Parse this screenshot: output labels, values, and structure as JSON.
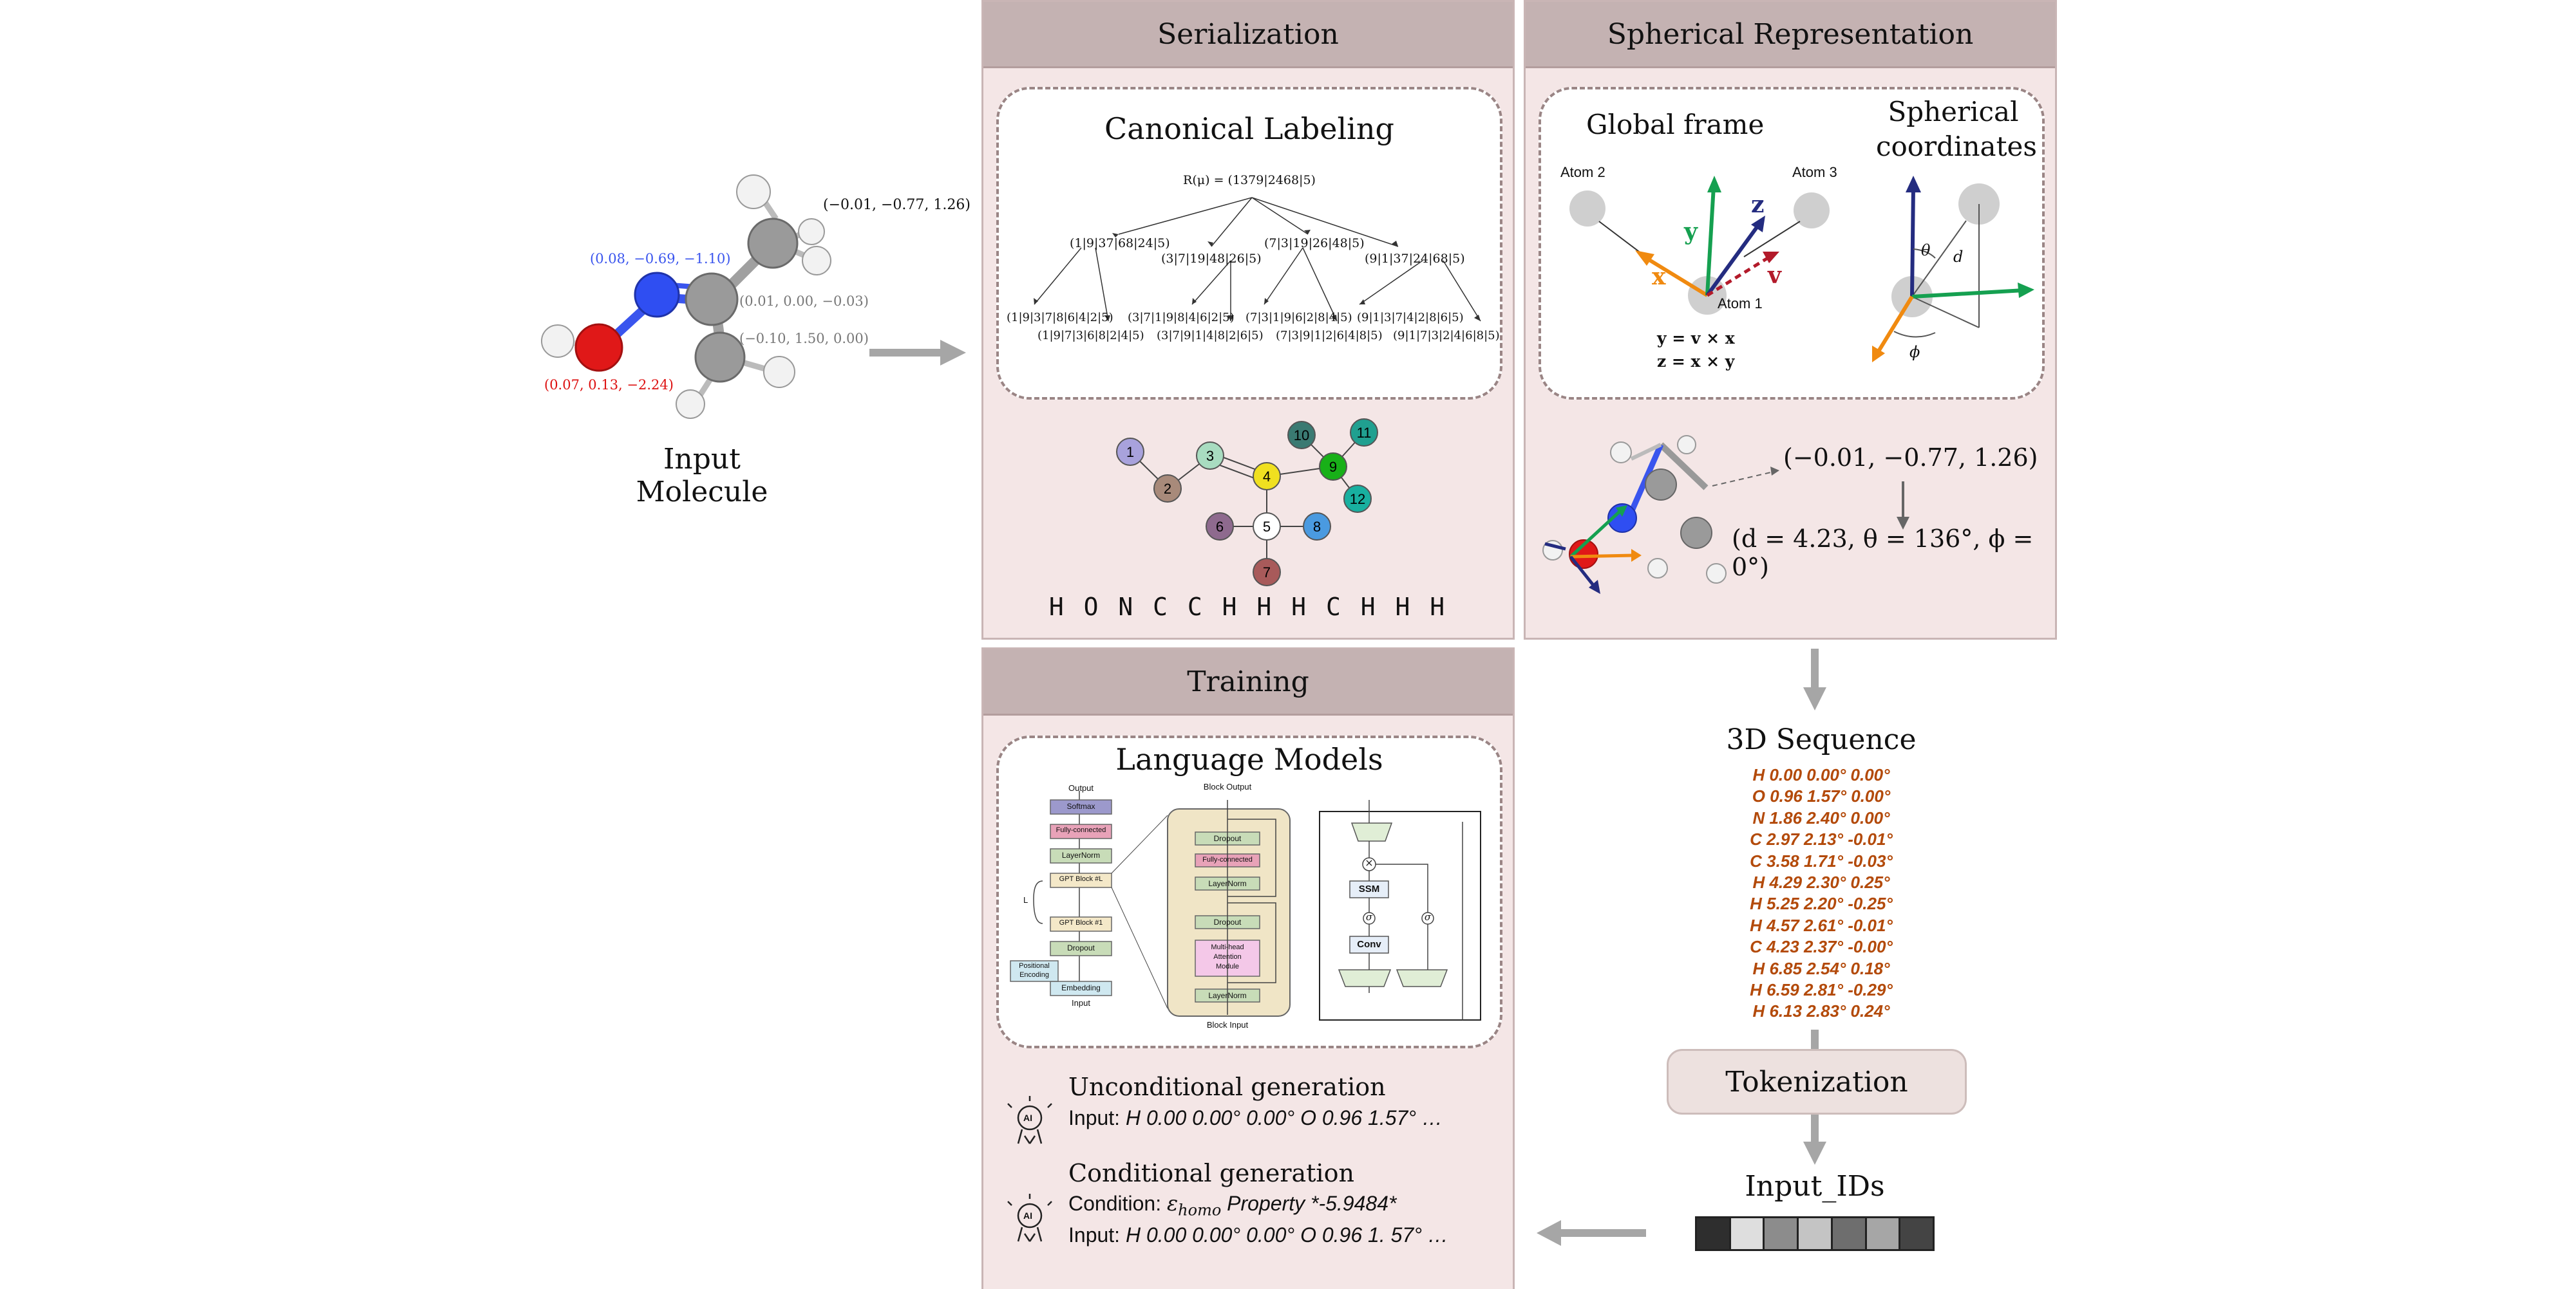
{
  "input": {
    "title": "Input Molecule",
    "coord_top": "(−0.01, −0.77, 1.26)",
    "coord_n": "(0.08, −0.69, −1.10)",
    "coord_c": "(0.01, 0.00, −0.03)",
    "coord_c2": "(−0.10, 1.50, 0.00)",
    "coord_o": "(0.07, 0.13, −2.24)"
  },
  "serialization": {
    "title": "Serialization",
    "box_title": "Canonical Labeling",
    "root": "R(μ) = (1379|2468|5)",
    "level1": [
      "(1|9|37|68|24|5)",
      "(3|7|19|48|26|5)",
      "(7|3|19|26|48|5)",
      "(9|1|37|24|68|5)"
    ],
    "level2_top": [
      "(1|9|3|7|8|6|4|2|5)",
      "(3|7|1|9|8|4|6|2|5)",
      "(7|3|1|9|6|2|8|4|5)",
      "(9|1|3|7|4|2|8|6|5)"
    ],
    "level2_bottom": [
      "(1|9|7|3|6|8|2|4|5)",
      "(3|7|9|1|4|8|2|6|5)",
      "(7|3|9|1|2|6|4|8|5)",
      "(9|1|7|3|2|4|6|8|5)"
    ],
    "atoms": [
      "1",
      "2",
      "3",
      "4",
      "5",
      "6",
      "7",
      "8",
      "9",
      "10",
      "11",
      "12"
    ],
    "sequence": "H O N C C H H H C H H H"
  },
  "spherical": {
    "title": "Spherical Representation",
    "global_frame": "Global frame",
    "spherical_coords_l1": "Spherical",
    "spherical_coords_l2": "coordinates",
    "atom2": "Atom 2",
    "atom3": "Atom 3",
    "atom1": "Atom 1",
    "eq1": "y = v × x",
    "eq2": "z = x × y",
    "axis_x": "x",
    "axis_y": "y",
    "axis_z": "z",
    "axis_v": "v",
    "theta": "θ",
    "d": "d",
    "phi": "ϕ",
    "coord": "(−0.01, −0.77, 1.26)",
    "result": "(d = 4.23, θ = 136°, ϕ = 0°)"
  },
  "sequence": {
    "title": "3D Sequence",
    "lines": [
      "H 0.00 0.00° 0.00°",
      "O 0.96 1.57° 0.00°",
      "N 1.86 2.40° 0.00°",
      "C 2.97 2.13° -0.01°",
      "C 3.58 1.71° -0.03°",
      "H 4.29 2.30° 0.25°",
      "H 5.25 2.20° -0.25°",
      "H 4.57 2.61° -0.01°",
      "C 4.23 2.37° -0.00°",
      "H 6.85 2.54° 0.18°",
      "H 6.59 2.81° -0.29°",
      "H 6.13 2.83° 0.24°"
    ]
  },
  "tokenization": {
    "label": "Tokenization"
  },
  "input_ids": {
    "label": "Input_IDs"
  },
  "training": {
    "title": "Training",
    "box_title": "Language Models",
    "gpt": {
      "output": "Output",
      "softmax": "Softmax",
      "fc": "Fully-connected",
      "layernorm": "LayerNorm",
      "block_l": "GPT Block #L",
      "block_1": "GPT Block #1",
      "dropout": "Dropout",
      "pos_l1": "Positional",
      "pos_l2": "Encoding",
      "embedding": "Embedding",
      "input": "Input",
      "L": "L"
    },
    "block": {
      "output": "Block Output",
      "dropout": "Dropout",
      "fc": "Fully-connected",
      "layernorm": "LayerNorm",
      "attn_l1": "Multi-head",
      "attn_l2": "Attention",
      "attn_l3": "Module",
      "input": "Block Input"
    },
    "mamba": {
      "ssm": "SSM",
      "conv": "Conv",
      "sigma": "σ",
      "times": "×"
    },
    "uncond_title": "Unconditional generation",
    "uncond_prefix": "Input: ",
    "uncond_value": "H 0.00 0.00° 0.00° O 0.96 1.57° …",
    "cond_title": "Conditional generation",
    "cond_prefix": "Condition: ",
    "cond_symbol": "ε",
    "cond_sub": "homo",
    "cond_value": " Property *-5.9484*",
    "cond_input_prefix": "Input: ",
    "cond_input_value": "H 0.00 0.00° 0.00° O 0.96 1. 57° …",
    "ai_badge": "AI"
  },
  "colors": {
    "panel_bg": "#f4e6e6",
    "panel_header": "#c4b2b2",
    "sequence_text": "#b34a0a",
    "arrow": "#a6a6a6"
  }
}
